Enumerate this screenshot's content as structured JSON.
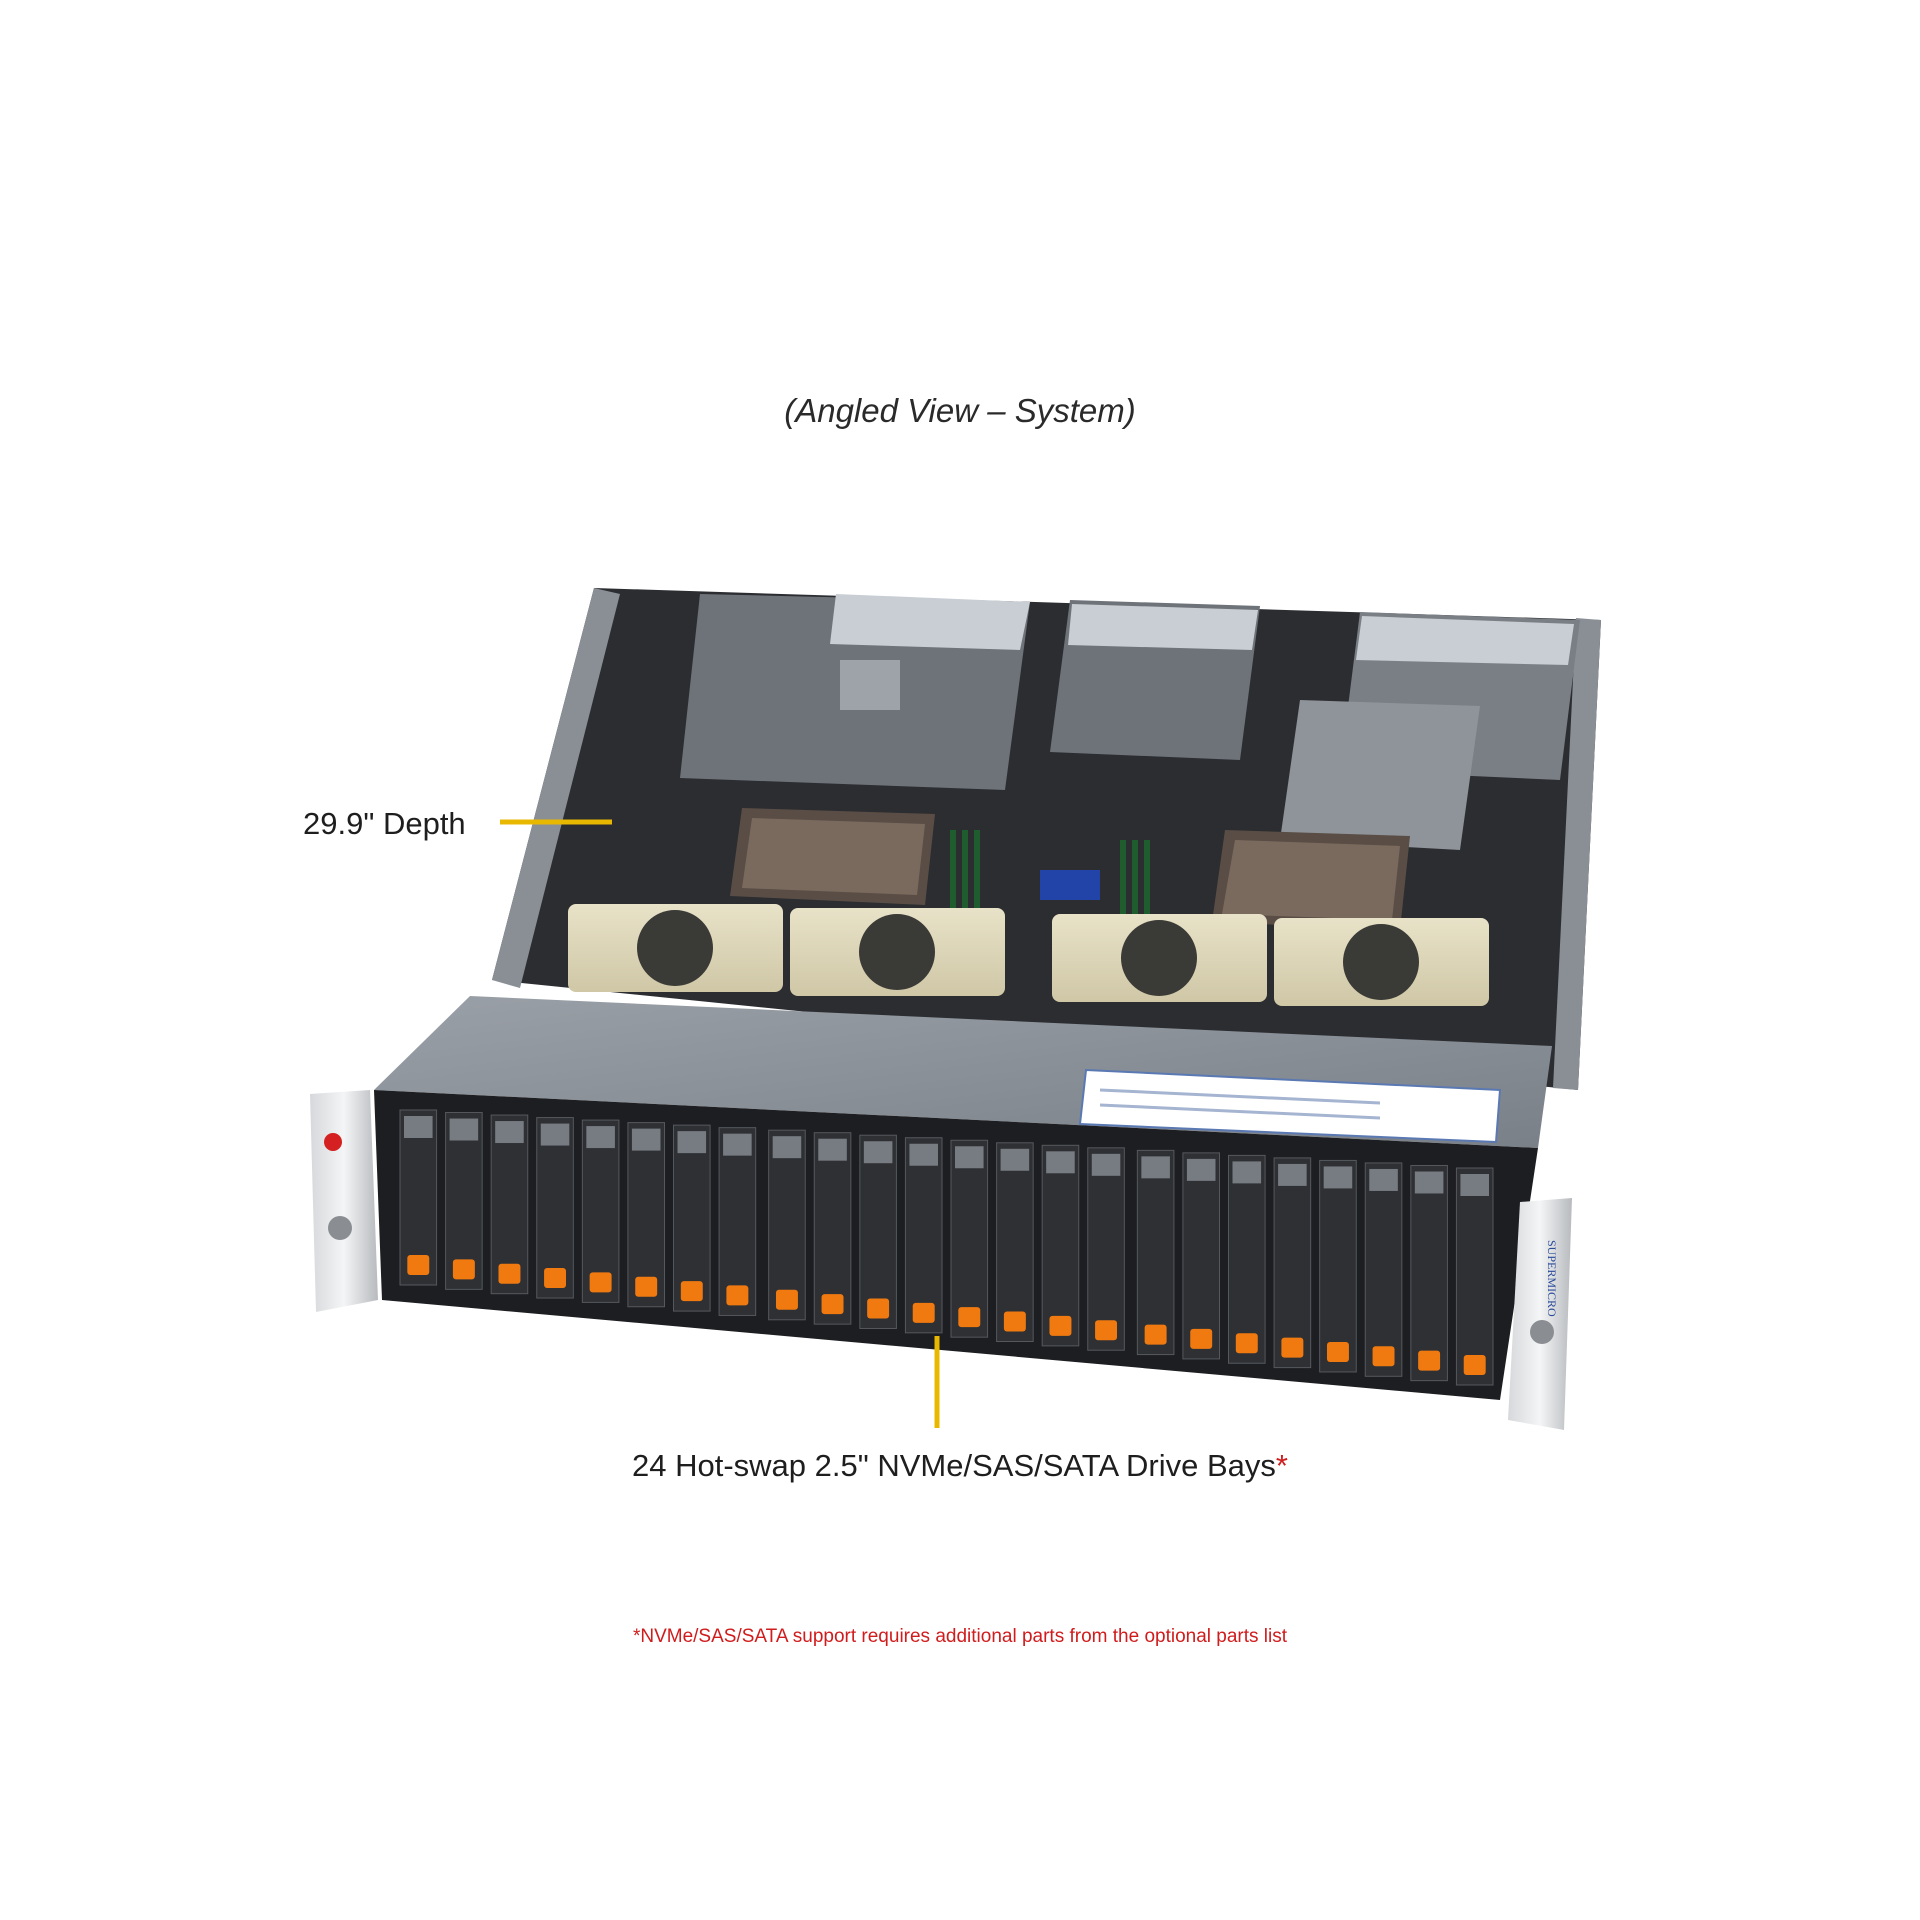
{
  "caption": "(Angled View – System)",
  "callouts": {
    "depth_label": "29.9\" Depth",
    "bays_label": "24 Hot-swap 2.5\" NVMe/SAS/SATA Drive Bays",
    "bays_asterisk": "*",
    "callout_line_color": "#e8b800"
  },
  "footnote": "*NVMe/SAS/SATA support requires additional parts from the optional parts list",
  "server": {
    "drive_bay_count": 24,
    "drive_tab_color": "#f07a10",
    "chassis_color": "#3a3d42",
    "brand_logo": "SUPERMICRO"
  }
}
